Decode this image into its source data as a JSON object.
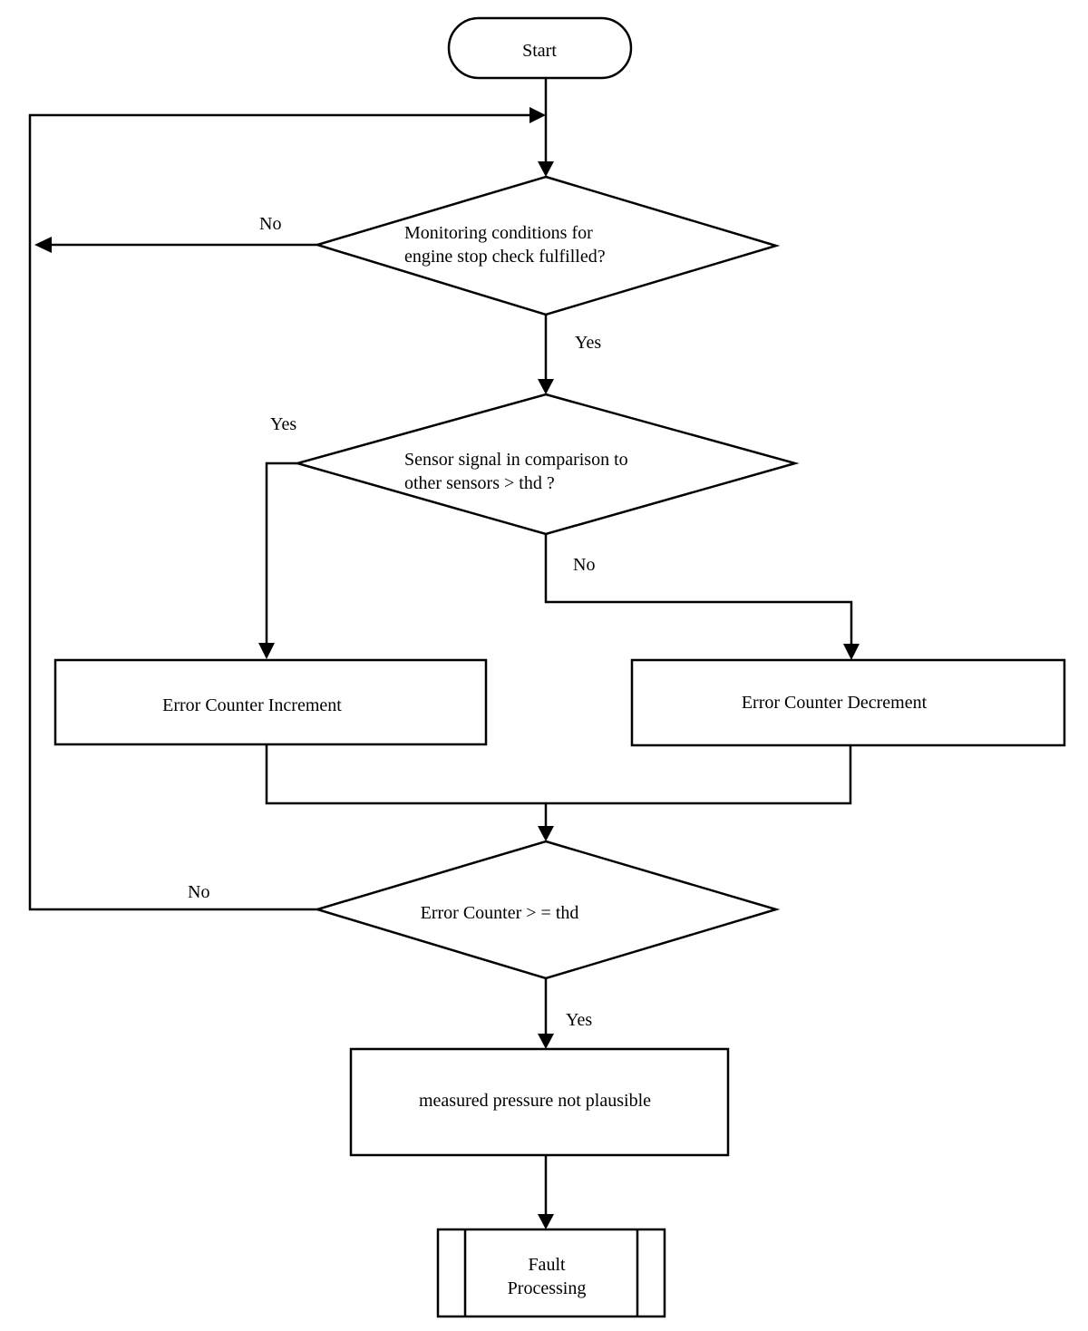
{
  "nodes": {
    "start": "Start",
    "condition_check": {
      "line1": "Monitoring  conditions for",
      "line2": "engine stop check fulfilled?"
    },
    "sensor_compare": {
      "line1": "Sensor signal in comparison to",
      "line2": "other sensors > thd ?"
    },
    "increment": "Error Counter Increment",
    "decrement": "Error Counter Decrement",
    "threshold_check": "Error Counter > = thd",
    "not_plausible": "measured pressure not plausible",
    "fault_processing": {
      "line1": "Fault",
      "line2": "Processing"
    }
  },
  "edge_labels": {
    "condition_no": "No",
    "condition_yes": "Yes",
    "sensor_yes": "Yes",
    "sensor_no": "No",
    "threshold_no": "No",
    "threshold_yes": "Yes"
  }
}
